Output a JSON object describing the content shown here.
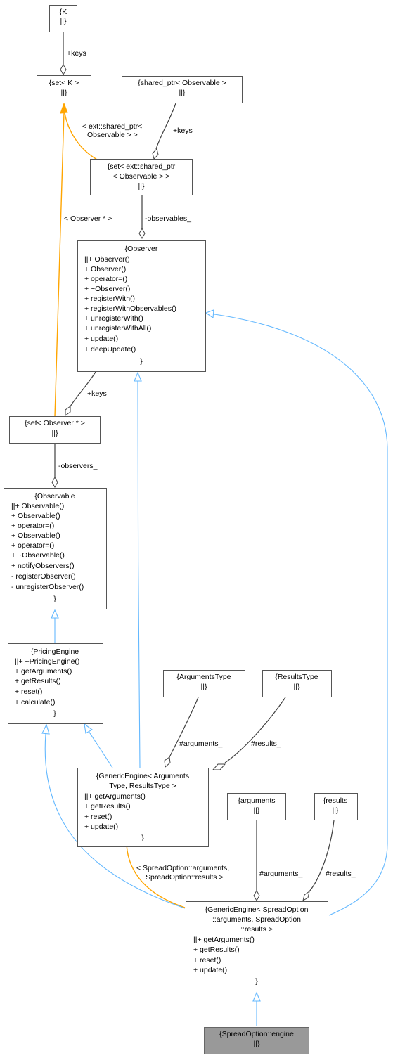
{
  "nodes": {
    "k": [
      "{K",
      "||}"
    ],
    "set_k": [
      "{set< K >",
      "||}"
    ],
    "shared_ptr": [
      "{shared_ptr< Observable >",
      "||}"
    ],
    "set_ext_shared_ptr": [
      "{set< ext::shared_ptr",
      "< Observable > >",
      "||}"
    ],
    "observer": [
      "{Observer",
      "||+ Observer()",
      "+ Observer()",
      "+ operator=()",
      "+ ~Observer()",
      "+ registerWith()",
      "+ registerWithObservables()",
      "+ unregisterWith()",
      "+ unregisterWithAll()",
      "+ update()",
      "+ deepUpdate()",
      "}"
    ],
    "set_observer_ptr": [
      "{set< Observer * >",
      "||}"
    ],
    "observable": [
      "{Observable",
      "||+ Observable()",
      "+ Observable()",
      "+ operator=()",
      "+ Observable()",
      "+ operator=()",
      "+ ~Observable()",
      "+ notifyObservers()",
      "- registerObserver()",
      "- unregisterObserver()",
      "}"
    ],
    "pricing_engine": [
      "{PricingEngine",
      "||+ ~PricingEngine()",
      "+ getArguments()",
      "+ getResults()",
      "+ reset()",
      "+ calculate()",
      "}"
    ],
    "arguments_type": [
      "{ArgumentsType",
      "||}"
    ],
    "results_type": [
      "{ResultsType",
      "||}"
    ],
    "generic_engine": [
      "{GenericEngine< Arguments",
      "Type, ResultsType >",
      "||+ getArguments()",
      "+ getResults()",
      "+ reset()",
      "+ update()",
      "}"
    ],
    "arguments": [
      "{arguments",
      "||}"
    ],
    "results": [
      "{results",
      "||}"
    ],
    "generic_engine_spread": [
      "{GenericEngine< SpreadOption",
      "::arguments, SpreadOption",
      "::results >",
      "||+ getArguments()",
      "+ getResults()",
      "+ reset()",
      "+ update()",
      "}"
    ],
    "spread_option_engine": [
      "{SpreadOption::engine",
      "||}"
    ]
  },
  "edge_labels": {
    "keys_k": "+keys",
    "keys_shared_ptr": "+keys",
    "set_k_template_1": "< ext::shared_ptr<",
    "set_k_template_2": "Observable > >",
    "set_k_template_observer": "< Observer * >",
    "observables": "-observables_",
    "keys_observer": "+keys",
    "observers": "-observers_",
    "arguments_generic": "#arguments_",
    "results_generic": "#results_",
    "spread_template_1": "< SpreadOption::arguments,",
    "spread_template_2": "SpreadOption::results >",
    "arguments_spread": "#arguments_",
    "results_spread": "#results_"
  },
  "colors": {
    "aggregation_edge": "#404040",
    "template_instance_edge": "#ffa500",
    "inheritance_edge": "#63b8ff",
    "highlighted_node_fill": "#999999"
  }
}
